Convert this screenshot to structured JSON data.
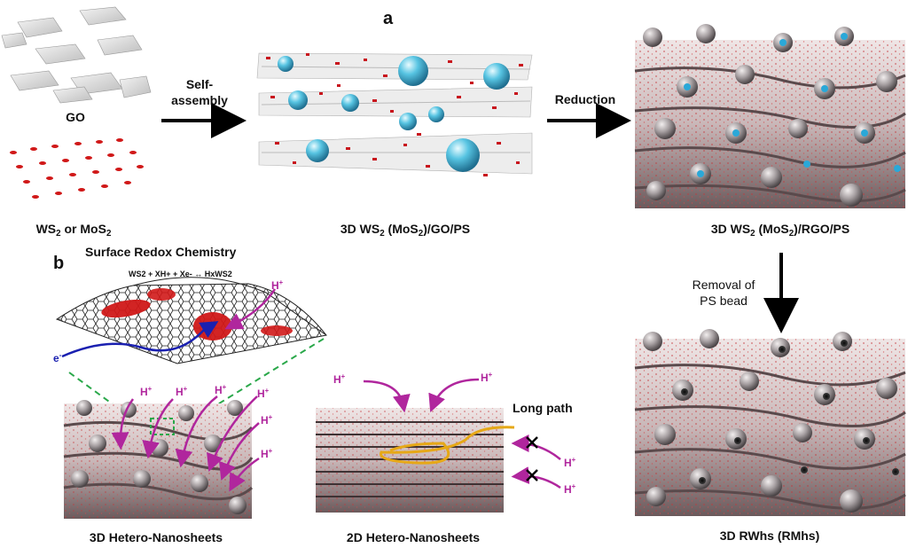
{
  "panel_a": {
    "label": "a",
    "go_label": "GO",
    "ws2_label_main": "WS",
    "ws2_sub1": "2",
    "ws2_mid": " or MoS",
    "ws2_sub2": "2",
    "arrow1_label_line1": "Self-",
    "arrow1_label_line2": "assembly",
    "composite_main": "3D WS",
    "composite_sub1": "2",
    "composite_mid": " (MoS",
    "composite_sub2": "2",
    "composite_end": ")/GO/PS",
    "arrow2_label": "Reduction",
    "reduced_main": "3D WS",
    "reduced_sub1": "2",
    "reduced_mid": " (MoS",
    "reduced_sub2": "2",
    "reduced_end": ")/RGO/PS",
    "removal_line1": "Removal of",
    "removal_line2": "PS bead",
    "final_label": "3D RWhs (RMhs)"
  },
  "panel_b": {
    "label": "b",
    "title": "Surface Redox Chemistry",
    "equation": "WS2 + XH+ + Xe- ↔ HxWS2",
    "electron": "e",
    "electron_sup": "-",
    "proton": "H",
    "proton_sup": "+",
    "long_path": "Long path",
    "hetero3d_label": "3D Hetero-Nanosheets",
    "hetero2d_label": "2D Hetero-Nanosheets"
  },
  "colors": {
    "accent_magenta": "#b0269d",
    "red_ws2": "#d01818",
    "bead_cyan": "#3fb6d8",
    "dashed_green": "#2aa84a",
    "path_yellow": "#e6a817",
    "electron_blue": "#1a20b0"
  }
}
